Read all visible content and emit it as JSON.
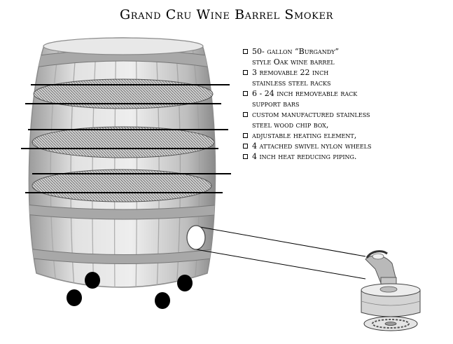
{
  "title": "Grand Cru Wine Barrel Smoker",
  "features": [
    {
      "text": "50- gallon “Burgandy”",
      "cont": "style Oak wine barrel"
    },
    {
      "text": "3 removable 22 inch",
      "cont": "stainless steel racks"
    },
    {
      "text": "6 - 24 inch removeable rack",
      "cont": "support bars"
    },
    {
      "text": "custom manufactured stainless",
      "cont": "steel wood chip box,"
    },
    {
      "text": "adjustable heating element,",
      "cont": ""
    },
    {
      "text": "4 attached swivel nylon wheels",
      "cont": ""
    },
    {
      "text": "4 inch heat reducing piping.",
      "cont": ""
    }
  ],
  "colors": {
    "barrel_wood": "#d9d9d9",
    "barrel_hoop": "#9a9a9a",
    "rack_fill": "#c8c8c8",
    "line": "#000000",
    "wheel": "#000000"
  },
  "icons": {
    "bullet": "hollow-square"
  }
}
